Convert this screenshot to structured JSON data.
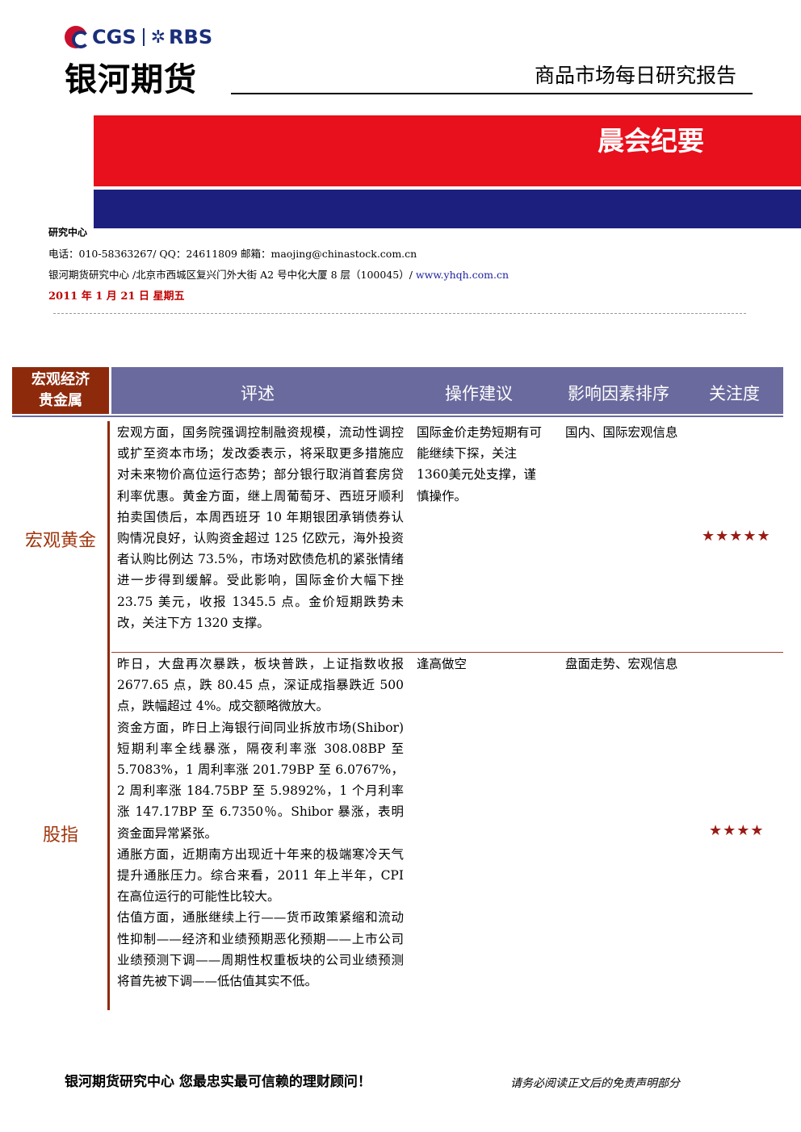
{
  "header": {
    "logo_cgs": "CGS",
    "logo_rbs": "RBS",
    "brand": "银河期货",
    "report_title": "商品市场每日研究报告",
    "banner_title": "晨会纪要"
  },
  "info": {
    "center": "研究中心",
    "contact": "电话：010-58363267/ QQ：24611809  邮箱：maojing@chinastock.com.cn",
    "address": "银河期货研究中心 /北京市西城区复兴门外大街 A2 号中化大厦 8 层（100045）/ ",
    "website": "www.yhqh.com.cn",
    "date": "2011 年 1 月 21 日    星期五"
  },
  "table": {
    "category_header_line1": "宏观经济",
    "category_header_line2": "贵金属",
    "columns": [
      "评述",
      "操作建议",
      "影响因素排序",
      "关注度"
    ],
    "rows": [
      {
        "category": "宏观黄金",
        "commentary": [
          "宏观方面，国务院强调控制融资规模，流动性调控或扩至资本市场；发改委表示，将采取更多措施应对未来物价高位运行态势；部分银行取消首套房贷利率优惠。黄金方面，继上周葡萄牙、西班牙顺利拍卖国债后，本周西班牙 10 年期银团承销债券认购情况良好，认购资金超过 125 亿欧元，海外投资者认购比例达 73.5%，市场对欧债危机的紧张情绪进一步得到缓解。受此影响，国际金价大幅下挫 23.75 美元，收报 1345.5 点。金价短期跌势未改，关注下方 1320 支撑。"
        ],
        "advice": "国际金价走势短期有可能继续下探，关注 1360美元处支撑，谨慎操作。",
        "factors": "国内、国际宏观信息",
        "stars": "★★★★★",
        "rating": 5
      },
      {
        "category": "股指",
        "commentary": [
          "昨日，大盘再次暴跌，板块普跌，上证指数收报 2677.65 点，跌 80.45 点，深证成指暴跌近 500 点，跌幅超过 4%。成交额略微放大。",
          "资金方面，昨日上海银行间同业拆放市场(Shibor) 短期利率全线暴涨，隔夜利率涨 308.08BP 至 5.7083%，1 周利率涨  201.79BP 至 6.0767%，2 周利率涨 184.75BP 至 5.9892%，1 个月利率涨 147.17BP 至 6.7350％。Shibor 暴涨，表明资金面异常紧张。",
          "通胀方面，近期南方出现近十年来的极端寒冷天气提升通胀压力。综合来看，2011 年上半年，CPI 在高位运行的可能性比较大。",
          "估值方面，通胀继续上行——货币政策紧缩和流动性抑制——经济和业绩预期恶化预期——上市公司业绩预测下调——周期性权重板块的公司业绩预测将首先被下调——低估值其实不低。"
        ],
        "advice": "逢高做空",
        "factors": "盘面走势、宏观信息",
        "stars": "★★★★",
        "rating": 4
      }
    ]
  },
  "footer": {
    "left": "银河期货研究中心    您最忠实最可信赖的理财顾问！",
    "right": "请务必阅读正文后的免责声明部分"
  },
  "colors": {
    "banner_red": "#e8101c",
    "banner_navy": "#1c1f7e",
    "category_brown": "#8e2a0c",
    "header_purple": "#6a6a9e"
  }
}
